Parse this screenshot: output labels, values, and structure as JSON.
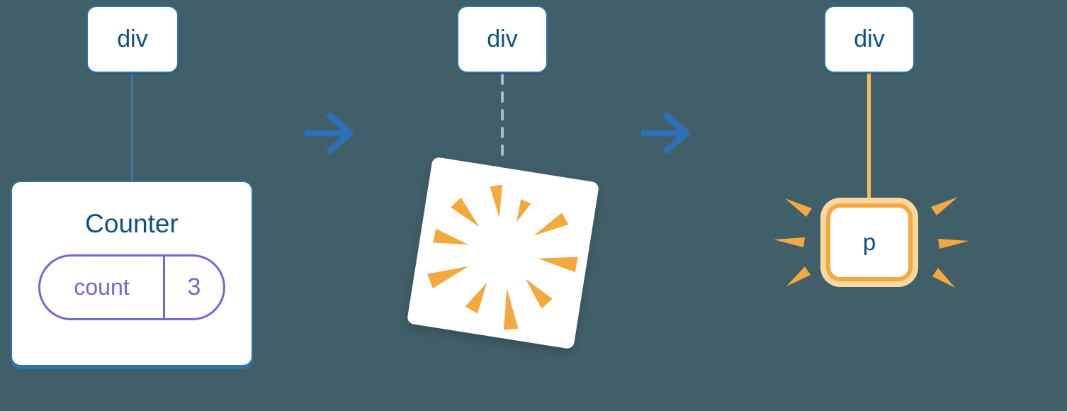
{
  "diagram": {
    "description": "Three-step tree diagram: component with state, component destroyed (poof), new element created",
    "colors": {
      "background": "#415F69",
      "node_border_blue": "#2E74A8",
      "node_text_blue": "#0F527D",
      "arrow_blue": "#2F6FB5",
      "connector_blue": "#3878AB",
      "connector_dashed": "#A3BECC",
      "state_indigo": "#6B6BD6",
      "orange": "#F2A93F",
      "orange_pale": "#FBD8A0",
      "connector_orange": "#F5B966",
      "white": "#FFFFFF"
    }
  },
  "trees": {
    "before": {
      "root": "div",
      "component": {
        "name": "Counter",
        "state": {
          "key": "count",
          "value": "3"
        }
      }
    },
    "during": {
      "root": "div"
    },
    "after": {
      "root": "div",
      "element": "p"
    }
  },
  "icons": {
    "step1_arrow": "arrow-right-icon",
    "step2_arrow": "arrow-right-icon",
    "poof": "poof-burst-icon",
    "sparkles_left": "sparkle-burst-icon",
    "sparkles_right": "sparkle-burst-icon"
  }
}
